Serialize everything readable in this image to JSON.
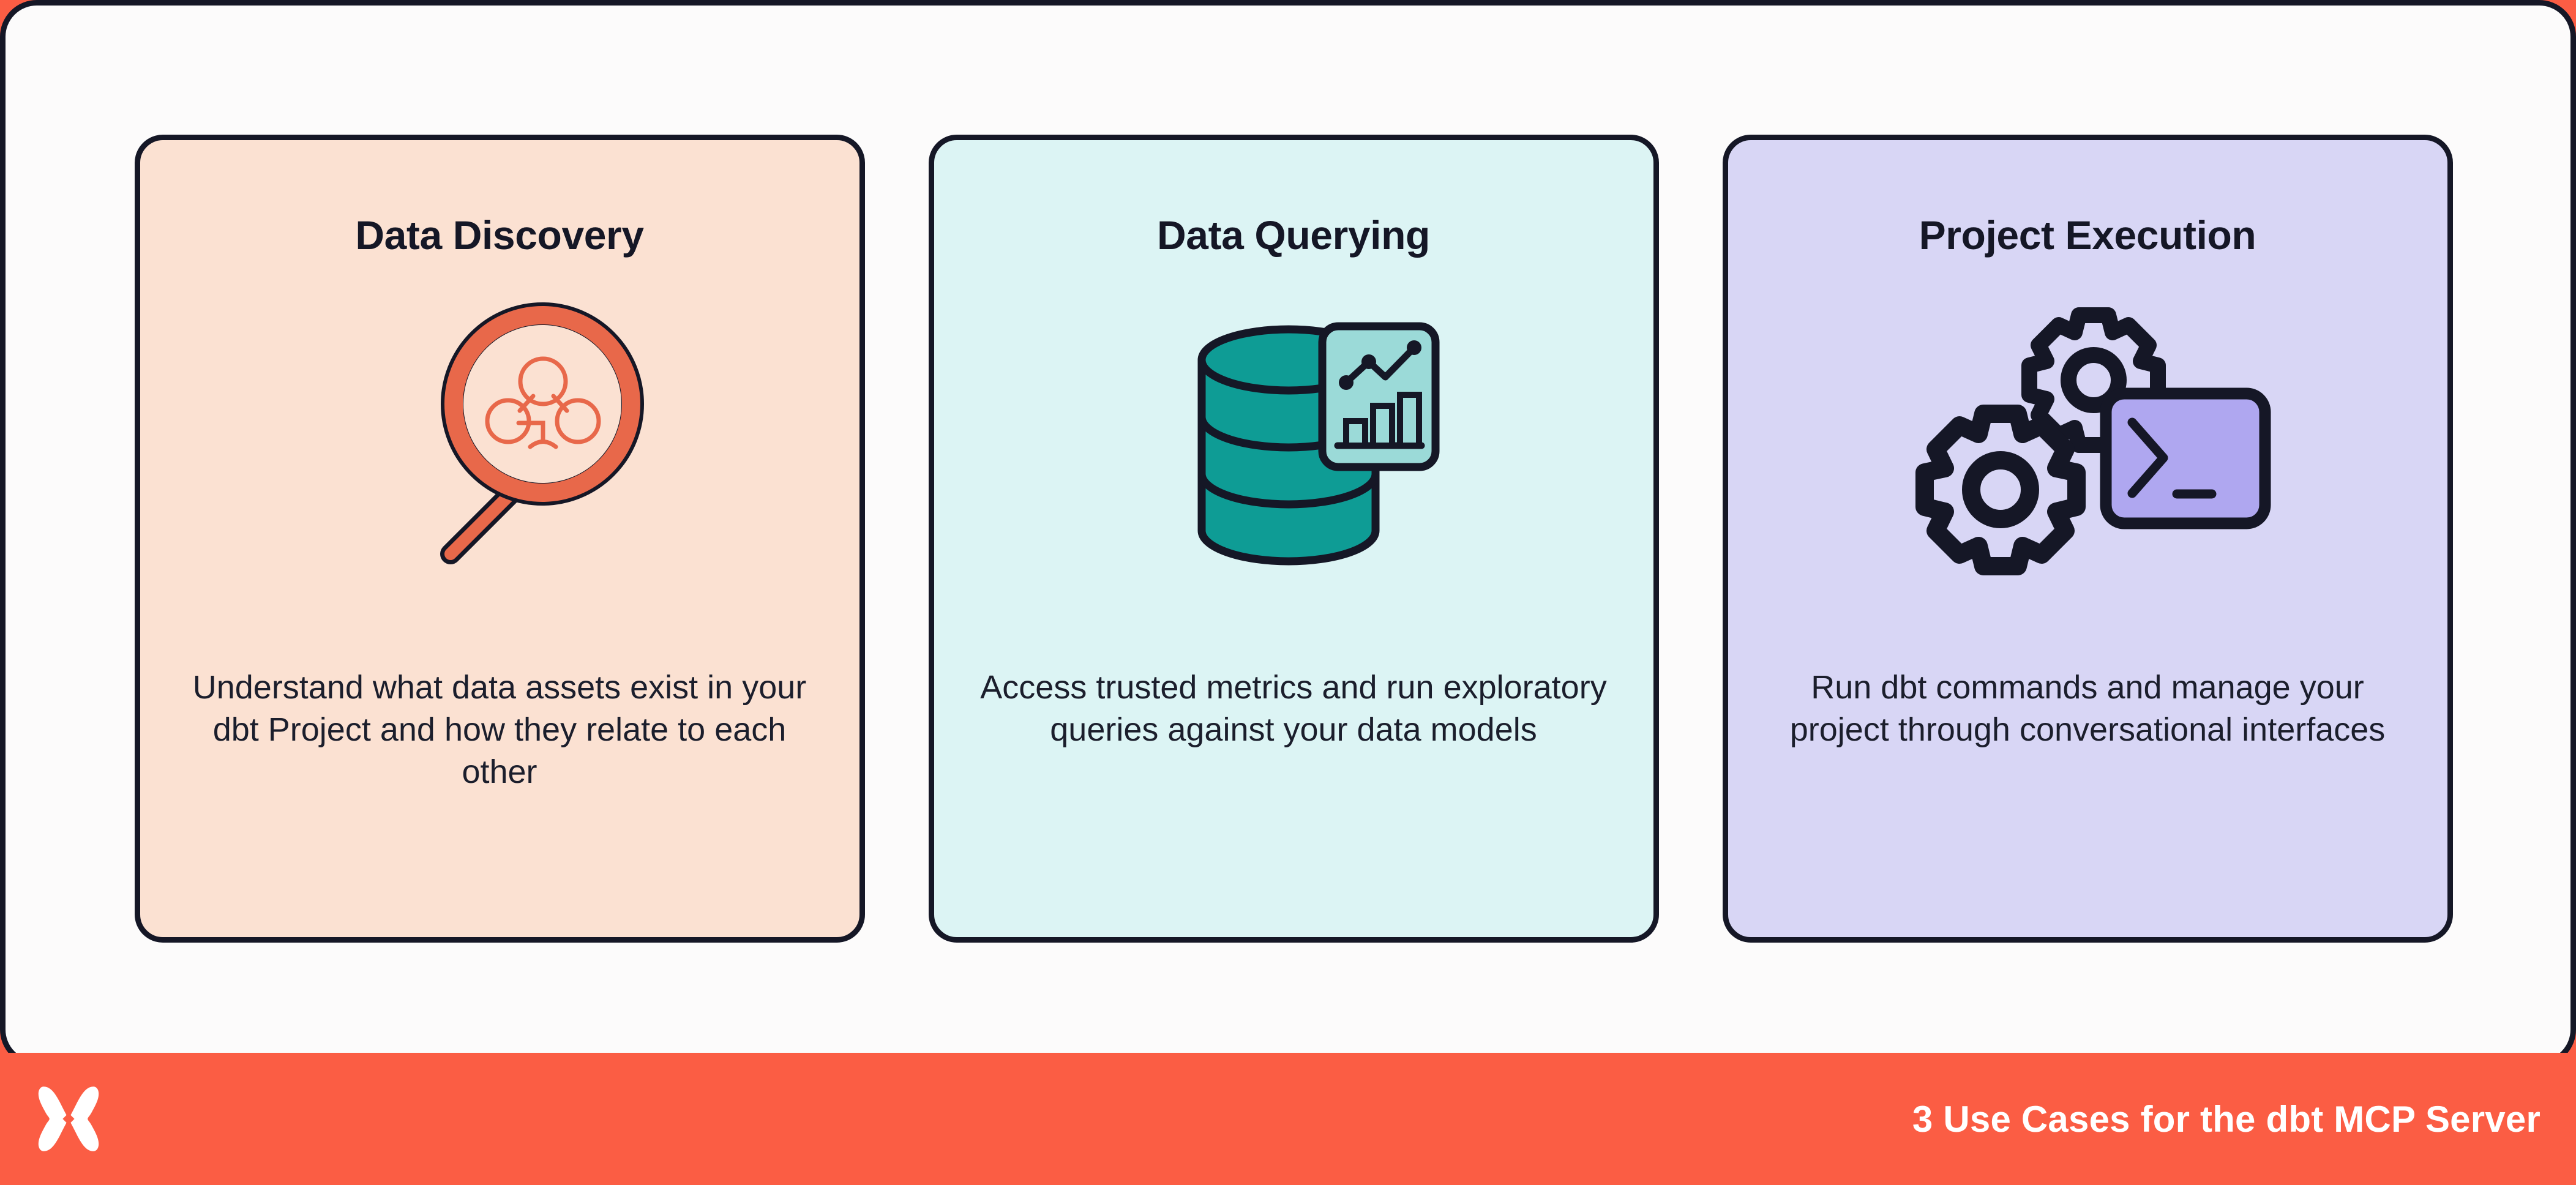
{
  "footer": {
    "logo_icon": "dbt-x-logo-icon",
    "title": "3 Use Cases for the dbt MCP Server",
    "background_color": "#FB5D44",
    "text_color": "#FFFFFF"
  },
  "panel": {
    "background_color": "#FCFBFB",
    "border_color": "#151726"
  },
  "cards": [
    {
      "id": "data-discovery",
      "title": "Data Discovery",
      "description": "Understand what data assets exist in your dbt Project and how they relate to each other",
      "icon": "magnifying-glass-graph-icon",
      "background_color": "#FBE1D2",
      "accent_color": "#E8684A",
      "border_color": "#151726"
    },
    {
      "id": "data-querying",
      "title": "Data Querying",
      "description": "Access trusted metrics and run exploratory queries against your data models",
      "icon": "database-chart-icon",
      "background_color": "#DCF4F4",
      "accent_color": "#0E9C95",
      "accent_color_secondary": "#9BDAD8",
      "border_color": "#151726"
    },
    {
      "id": "project-execution",
      "title": "Project Execution",
      "description": "Run dbt commands and manage your project through conversational interfaces",
      "icon": "gears-terminal-icon",
      "background_color": "#D8D6F5",
      "accent_color": "#AFA7F0",
      "border_color": "#151726"
    }
  ]
}
